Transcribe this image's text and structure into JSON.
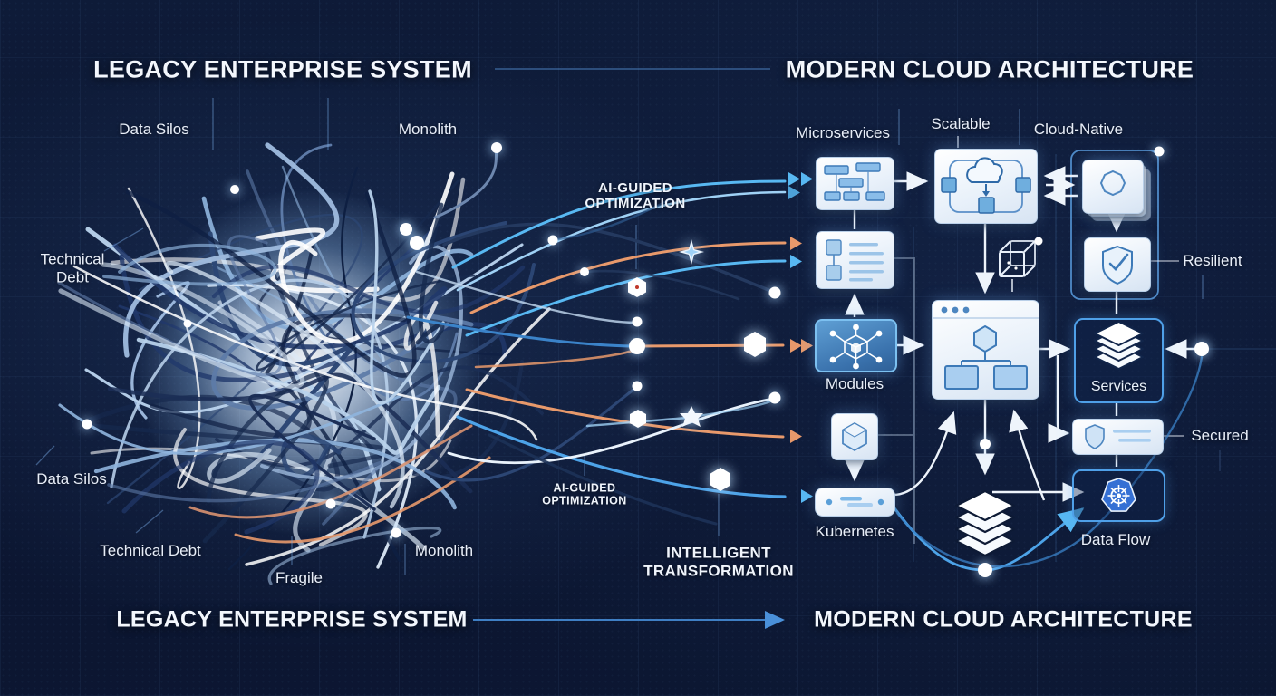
{
  "titles": {
    "legacy_top": "LEGACY ENTERPRISE SYSTEM",
    "modern_top": "MODERN CLOUD ARCHITECTURE",
    "legacy_bottom": "LEGACY ENTERPRISE SYSTEM",
    "modern_bottom": "MODERN CLOUD ARCHITECTURE"
  },
  "legacy_labels": {
    "data_silos_top": "Data Silos",
    "monolith_top": "Monolith",
    "technical_debt_left": "Technical Debt",
    "data_silos_bottom": "Data Silos",
    "technical_debt_bottom": "Technical Debt",
    "fragile": "Fragile",
    "monolith_bottom": "Monolith"
  },
  "transform_labels": {
    "ai_guided_top": "AI-GUIDED OPTIMIZATION",
    "ai_guided_bottom": "AI-GUIDED OPTIMIZATION",
    "intelligent": "INTELLIGENT TRANSFORMATION"
  },
  "modern_labels": {
    "microservices": "Microservices",
    "scalable": "Scalable",
    "cloud_native": "Cloud-Native",
    "modules": "Modules",
    "resilient": "Resilient",
    "services": "Services",
    "secured": "Secured",
    "kubernetes": "Kubernetes",
    "data_flow": "Data Flow"
  },
  "icons": {
    "flowchart_blocks": "block-diagram-icon",
    "cloud_deploy": "cloud-deploy-icon",
    "stacked_cards_octagon": "stacked-cards-icon",
    "list_items": "list-items-icon",
    "shield_check": "shield-check-icon",
    "network_cube": "network-cube-icon",
    "browser_flowchart": "browser-window-icon",
    "iso_layers": "layers-stack-icon",
    "hexagon_module": "hexagon-module-icon",
    "shield_lines": "shield-document-icon",
    "server_slab": "server-node-icon",
    "kubernetes_wheel": "kubernetes-helm-icon",
    "cube_wireframe": "cube-wireframe-icon",
    "sparkle": "ai-sparkle-icon",
    "star6": "star-node-icon"
  },
  "colors": {
    "background": "#0c1630",
    "accent_blue": "#4da3e8",
    "accent_cyan": "#58b8f2",
    "accent_orange": "#e8996b",
    "box_fill": "#ffffff",
    "box_inner_blue": "#7db8e8",
    "outline_blue": "#4fa0e8",
    "kubernetes_blue": "#3570d4",
    "text": "#e8eef8"
  }
}
